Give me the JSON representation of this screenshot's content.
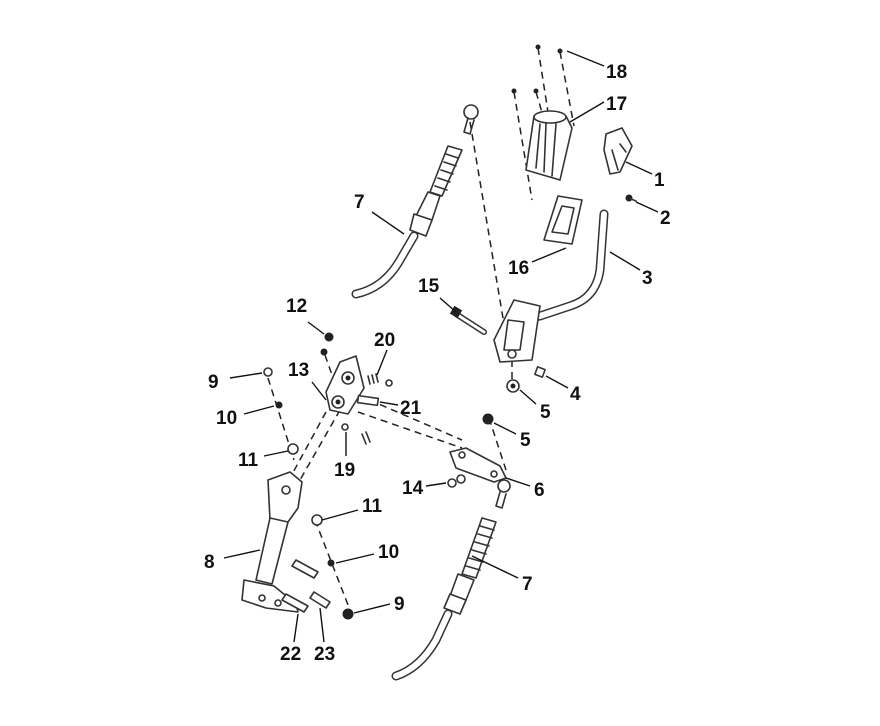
{
  "diagram": {
    "callouts": [
      {
        "id": "c1",
        "label": "1"
      },
      {
        "id": "c2",
        "label": "2"
      },
      {
        "id": "c3",
        "label": "3"
      },
      {
        "id": "c4",
        "label": "4"
      },
      {
        "id": "c5a",
        "label": "5"
      },
      {
        "id": "c5b",
        "label": "5"
      },
      {
        "id": "c6",
        "label": "6"
      },
      {
        "id": "c7a",
        "label": "7"
      },
      {
        "id": "c7b",
        "label": "7"
      },
      {
        "id": "c8",
        "label": "8"
      },
      {
        "id": "c9a",
        "label": "9"
      },
      {
        "id": "c9b",
        "label": "9"
      },
      {
        "id": "c10a",
        "label": "10"
      },
      {
        "id": "c10b",
        "label": "10"
      },
      {
        "id": "c11a",
        "label": "11"
      },
      {
        "id": "c11b",
        "label": "11"
      },
      {
        "id": "c12",
        "label": "12"
      },
      {
        "id": "c13",
        "label": "13"
      },
      {
        "id": "c14",
        "label": "14"
      },
      {
        "id": "c15",
        "label": "15"
      },
      {
        "id": "c16",
        "label": "16"
      },
      {
        "id": "c17",
        "label": "17"
      },
      {
        "id": "c18",
        "label": "18"
      },
      {
        "id": "c19",
        "label": "19"
      },
      {
        "id": "c20",
        "label": "20"
      },
      {
        "id": "c21",
        "label": "21"
      },
      {
        "id": "c22",
        "label": "22"
      },
      {
        "id": "c23",
        "label": "23"
      }
    ]
  }
}
